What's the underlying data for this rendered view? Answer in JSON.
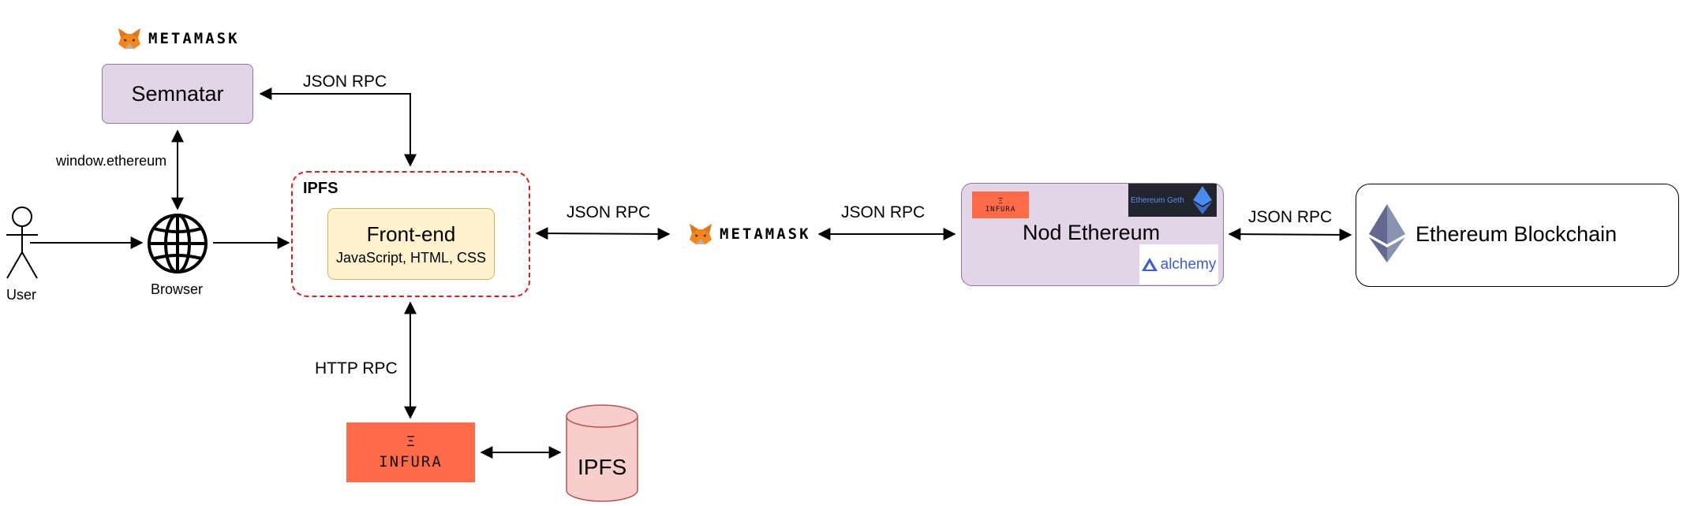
{
  "metamask_word": "METAMASK",
  "semnatar": "Semnatar",
  "window_ethereum": "window.ethereum",
  "user": "User",
  "browser": "Browser",
  "ipfs_group": "IPFS",
  "frontend_title": "Front-end",
  "frontend_sub": "JavaScript, HTML, CSS",
  "json_rpc": "JSON RPC",
  "http_rpc": "HTTP RPC",
  "infura_word": "INFURA",
  "infura_mark": "Ξ",
  "ipfs_db": "IPFS",
  "nod_ethereum": "Nod Ethereum",
  "geth": "Ethereum Geth",
  "alchemy": "alchemy",
  "blockchain": "Ethereum Blockchain",
  "colors": {
    "lilac": "#e1d5e7",
    "lilac_border": "#9673a6",
    "frontend_fill": "#fff2cc",
    "frontend_border": "#d6b656",
    "ipfs_dash": "#e61a1a",
    "infura": "#ff6a48",
    "db_fill": "#f8cecc",
    "db_border": "#b85450",
    "geth_bg": "#22252d",
    "alchemy_blue": "#3b5bdb"
  }
}
